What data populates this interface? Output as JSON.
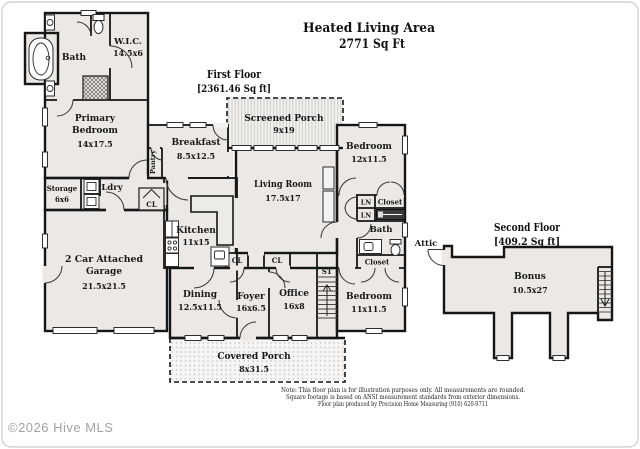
{
  "header": {
    "title": "Heated Living Area",
    "subtitle": "2771 Sq Ft"
  },
  "first_floor": {
    "label": "First Floor",
    "sqft": "[2361.46 Sq ft]"
  },
  "second_floor": {
    "label": "Second Floor",
    "sqft": "[409.2 Sq ft]"
  },
  "rooms": {
    "bath": "Bath",
    "wic": "W.I.C.",
    "wic_dims": "14.5x6",
    "primary1": "Primary",
    "primary2": "Bedroom",
    "primary_dims": "14x17.5",
    "storage": "Storage",
    "storage_dims": "6x6",
    "laundry": "Ldry",
    "pantry": "Pantry",
    "breakfast": "Breakfast",
    "breakfast_dims": "8.5x12.5",
    "screened_porch": "Screened Porch",
    "screened_porch_dims": "9x19",
    "living": "Living Room",
    "living_dims": "17.5x17",
    "kitchen": "Kitchen",
    "kitchen_dims": "11x15",
    "garage1": "2 Car Attached",
    "garage2": "Garage",
    "garage_dims": "21.5x21.5",
    "dining": "Dining",
    "dining_dims": "12.5x11.5",
    "foyer": "Foyer",
    "foyer_dims": "16x6.5",
    "office": "Office",
    "office_dims": "16x8",
    "covered_porch": "Covered Porch",
    "covered_porch_dims": "8x31.5",
    "bedroom1": "Bedroom",
    "bedroom1_dims": "12x11.5",
    "bedroom2": "Bedroom",
    "bedroom2_dims": "11x11.5",
    "bath2": "Bath",
    "closet": "Closet",
    "linen": "LN",
    "cl": "CL",
    "st": "ST",
    "attic": "Attic",
    "bonus": "Bonus",
    "bonus_dims": "10.5x27"
  },
  "footer": {
    "note1": "Note: This floor plan is for illustration purposes only. All measurements are rounded.",
    "note2": "Square footage is based on ANSI measurement standards from exterior dimensions.",
    "note3": "Floor plan produced by Precision Home Measuring (910) 620-9711",
    "watermark": "©2026 Hive MLS"
  },
  "colors": {
    "floor_fill": "#ebe8e5",
    "wall": "#161616",
    "porch_fill": "#f4f3f1",
    "hatch": "#c6c3bf",
    "background": "#ffffff",
    "watermark_gray": "#a3a2a1"
  }
}
